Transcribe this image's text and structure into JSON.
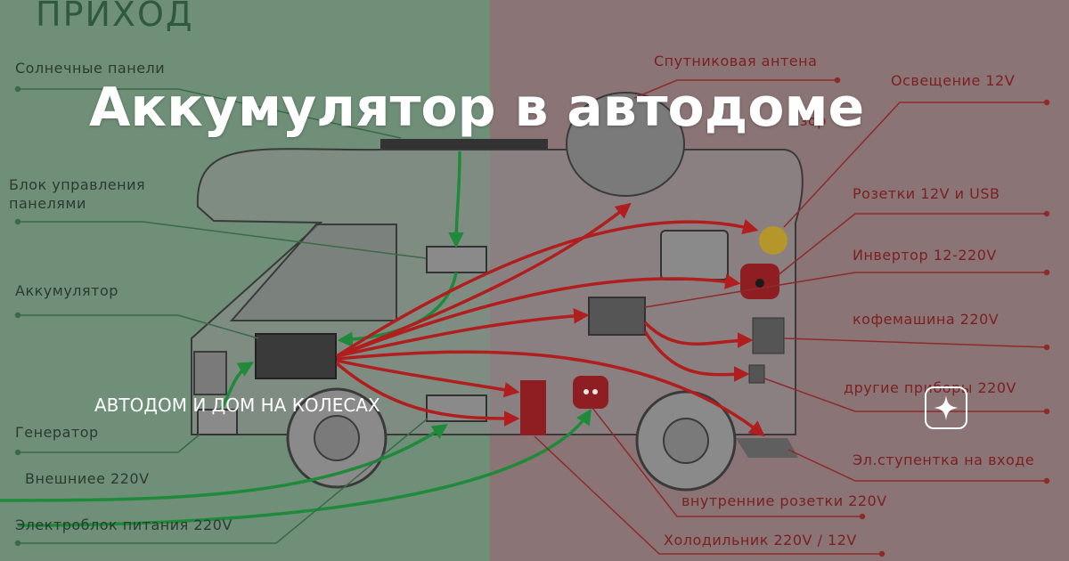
{
  "header": {
    "section_income": "ПРИХОД",
    "overlay_title": "Аккумулятор в автодоме",
    "channel_name": "АВТОДОМ И ДОМ НА КОЛЕСАХ"
  },
  "sources": {
    "solar": "Солнечные панели",
    "control_line1": "Блок управления",
    "control_line2": "панелями",
    "battery": "Аккумулятор",
    "generator": "Генератор",
    "external": "Внешниее 220V",
    "power_unit": "Электроблок питания 220V"
  },
  "consumers": {
    "antenna": "Спутниковая антена",
    "lighting": "Освещение 12V",
    "tv_partial": "изор",
    "sockets12": "Розетки 12V и USB",
    "inverter": "Инвертор 12-220V",
    "coffee": "кофемашина 220V",
    "other": "другие приборы 220V",
    "step": "Эл.ступентка на входе",
    "inner_sockets": "внутренние розетки 220V",
    "fridge": "Холодильник 220V / 12V"
  },
  "colors": {
    "income_bg": "#6f8f78",
    "consumer_bg": "#8a7475",
    "income_wire": "#1f8a3a",
    "consumer_wire": "#b01e1e",
    "title_text": "#ffffff"
  },
  "icons": {
    "badge": "sparkle-star-icon"
  }
}
